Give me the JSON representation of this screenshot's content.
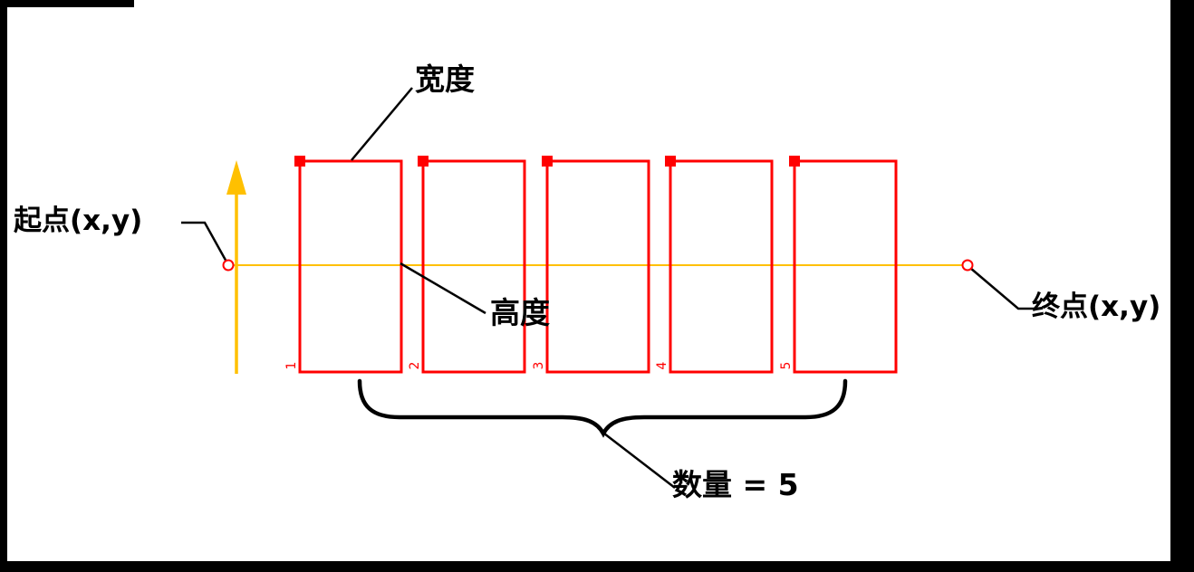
{
  "labels": {
    "width": "宽度",
    "height": "高度",
    "start_point": "起点(x,y)",
    "end_point": "终点(x,y)",
    "quantity": "数量 = 5"
  },
  "rectangles": {
    "count": 5,
    "index_labels": [
      "1",
      "2",
      "3",
      "4",
      "5"
    ]
  },
  "colors": {
    "rect_red": "#FF0000",
    "axis_gold": "#FFC000",
    "callout_black": "#000000",
    "canvas_white": "#FFFFFF",
    "border_black": "#000000"
  }
}
